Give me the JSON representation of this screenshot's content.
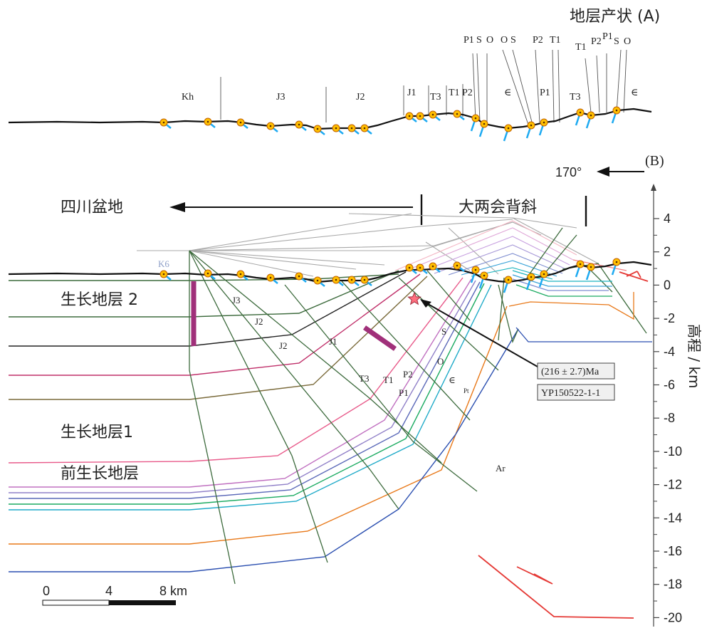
{
  "panel_a": {
    "title": "地层产状 (A)",
    "upper_labels": [
      "P1",
      "S",
      "O",
      "O",
      "S",
      "P2",
      "T1",
      "T1",
      "P2",
      "P1",
      "S",
      "O"
    ],
    "unit_labels": [
      "Kh",
      "J3",
      "J2",
      "J1",
      "T3",
      "T1",
      "P2",
      "∈",
      "P1",
      "T3",
      "∈"
    ]
  },
  "panel_b": {
    "letter": "(B)",
    "azimuth": "170°",
    "basin": "四川盆地",
    "anticline": "大两会背斜",
    "growth2": "生长地层 2",
    "growth1": "生长地层1",
    "pregrowth": "前生长地层",
    "section_labels": [
      "K6",
      "J3",
      "J2",
      "J2",
      "J1",
      "T3",
      "T1",
      "P2",
      "P1",
      "S",
      "O",
      "∈",
      "Pt",
      "Ar"
    ],
    "sample_age": "(216 ± 2.7)Ma",
    "sample_id": "YP150522-1-1"
  },
  "axis": {
    "title": "高程 / km",
    "ticks": [
      4,
      2,
      0,
      -2,
      -4,
      -6,
      -8,
      -10,
      -12,
      -14,
      -16,
      -18,
      -20
    ]
  },
  "scale_bar": {
    "labels": [
      "0",
      "4",
      "8 km"
    ]
  },
  "colors": {
    "fault": "#e53935",
    "dip": "#1eaaf1",
    "marker_fill": "#ffc000",
    "marker_edge": "#c06000",
    "growth_bar": "#a0307a",
    "star": "#ff6f7f",
    "basement": "#2b4fb0",
    "pt": "#e87818"
  }
}
